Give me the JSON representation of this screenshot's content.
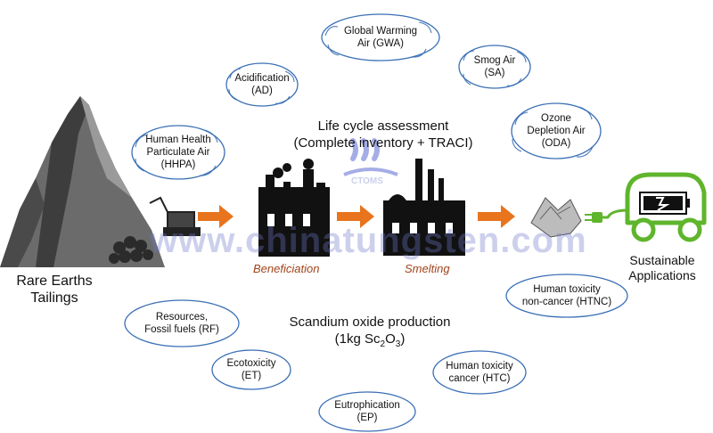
{
  "title": {
    "line1": "Life cycle assessment",
    "line2": "(Complete inventory + TRACI)"
  },
  "production": {
    "line1": "Scandium oxide production",
    "line2_prefix": "(1kg Sc",
    "sub1": "2",
    "mid": "O",
    "sub2": "3",
    "suffix": ")"
  },
  "source": {
    "line1": "Rare Earths",
    "line2": "Tailings"
  },
  "destination": {
    "line1": "Sustainable",
    "line2": "Applications"
  },
  "stages": {
    "beneficiation": "Beneficiation",
    "smelting": "Smelting"
  },
  "watermark": {
    "logo": "CTOMS",
    "url": "www.chinatungsten.com"
  },
  "impacts": {
    "gwa": {
      "line1": "Global Warming",
      "line2": "Air (GWA)"
    },
    "ad": {
      "line1": "Acidification",
      "line2": "(AD)"
    },
    "sa": {
      "line1": "Smog Air",
      "line2": "(SA)"
    },
    "hhpa": {
      "line1": "Human Health",
      "line2": "Particulate Air",
      "line3": "(HHPA)"
    },
    "oda": {
      "line1": "Ozone",
      "line2": "Depletion Air",
      "line3": "(ODA)"
    },
    "htnc": {
      "line1": "Human toxicity",
      "line2": "non-cancer (HTNC)"
    },
    "rf": {
      "line1": "Resources,",
      "line2": "Fossil fuels (RF)"
    },
    "et": {
      "line1": "Ecotoxicity",
      "line2": "(ET)"
    },
    "htc": {
      "line1": "Human toxicity",
      "line2": "cancer (HTC)"
    },
    "ep": {
      "line1": "Eutrophication",
      "line2": "(EP)"
    }
  },
  "colors": {
    "cloud_stroke": "#3a6fb5",
    "arrow": "#e8741e",
    "car": "#5fb52c",
    "stage_label": "#a0431a"
  }
}
